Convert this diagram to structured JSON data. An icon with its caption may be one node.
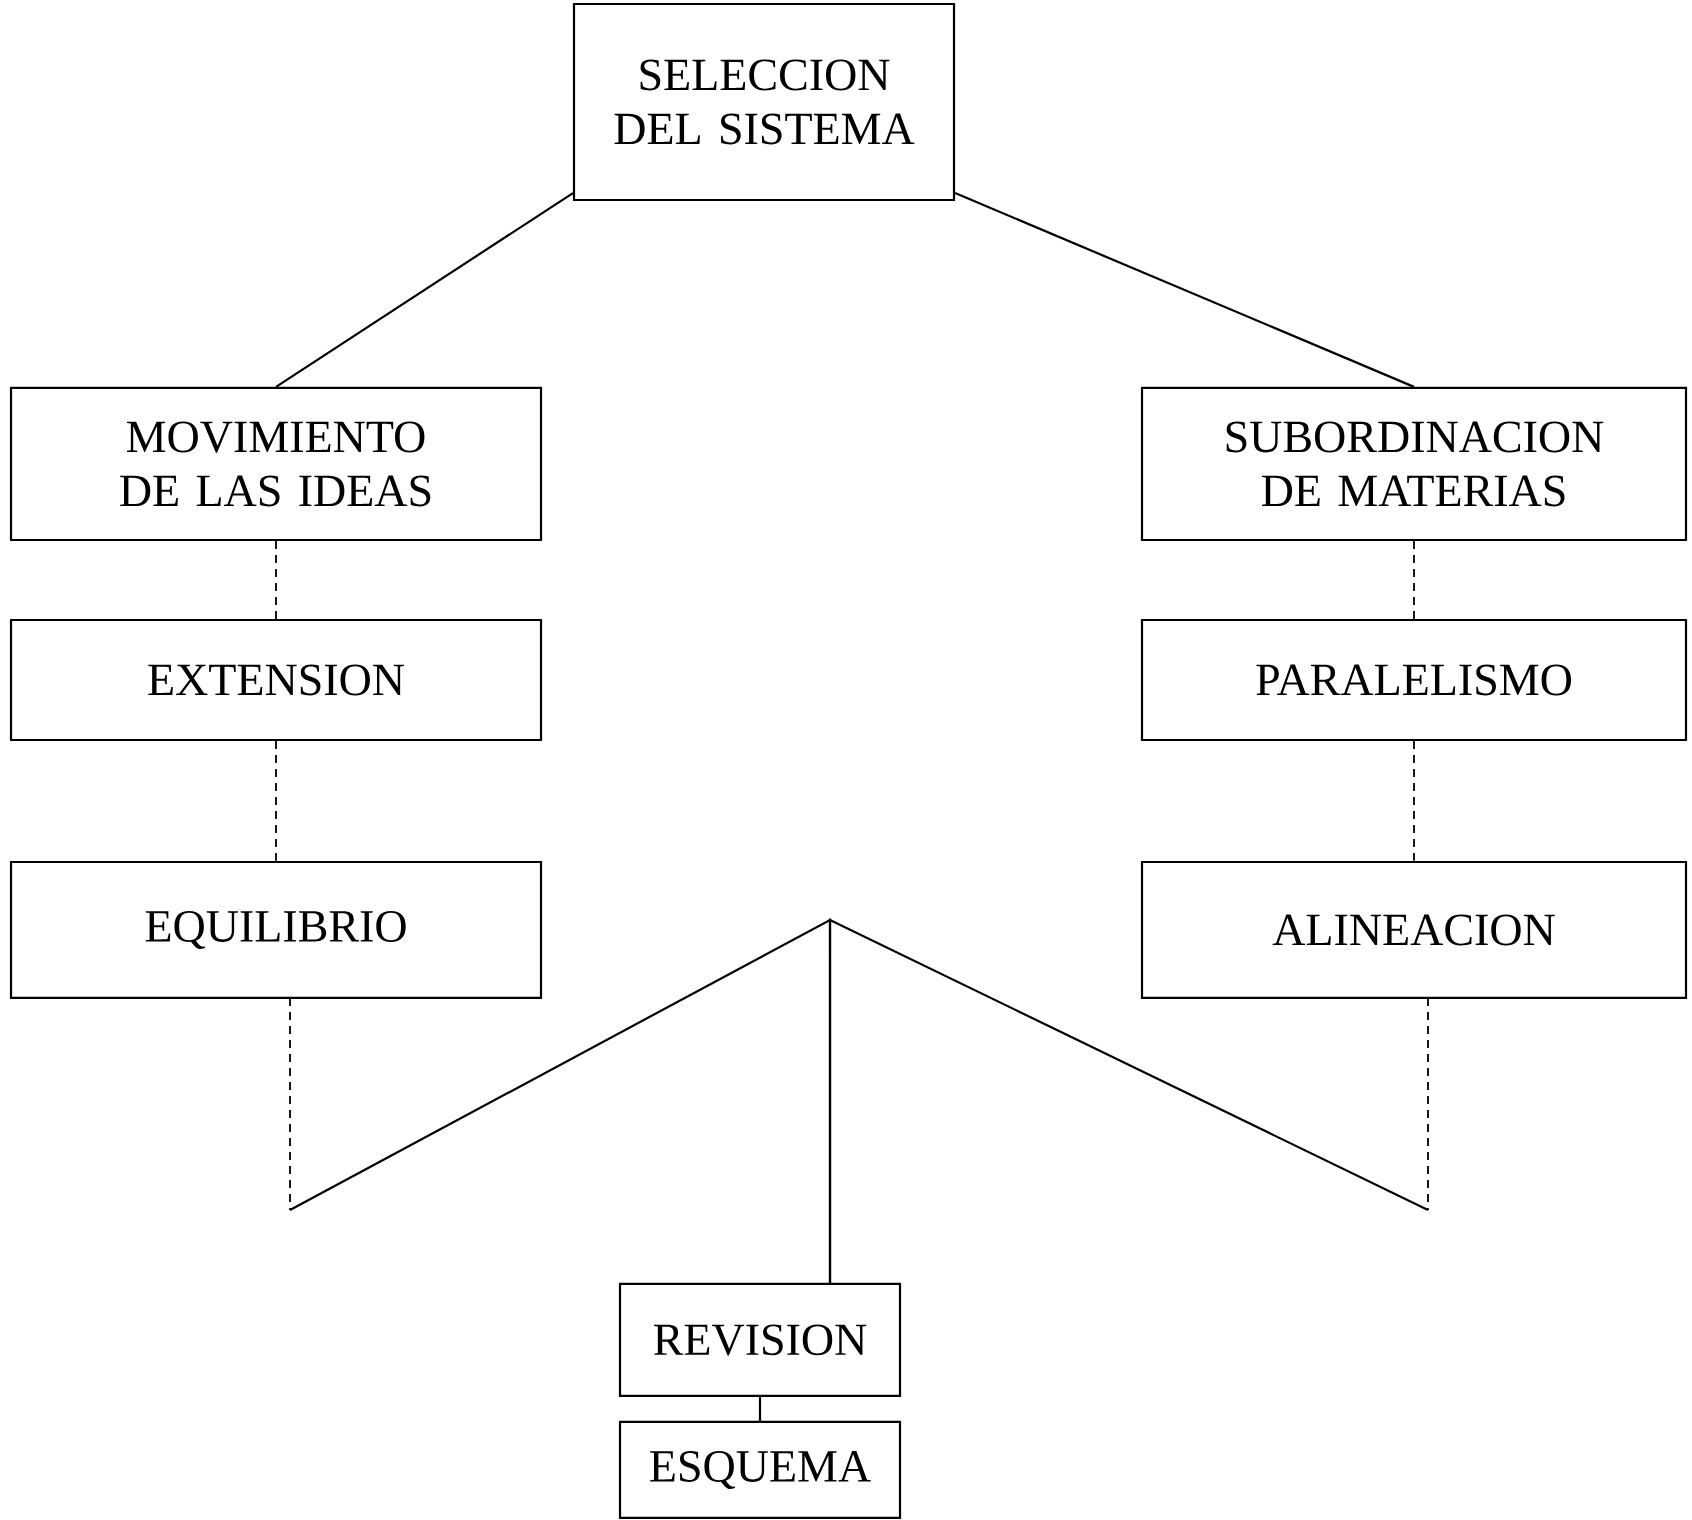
{
  "diagram": {
    "nodes": [
      {
        "text": [
          "SELECCION DEL SISTEMA"
        ]
      },
      {
        "text": [
          "MOVIMIENTO DE LAS IDEAS"
        ]
      },
      {
        "text": [
          "SUBORDINACION DE MATERIAS"
        ]
      },
      {
        "text": [
          "EXTENSION"
        ]
      },
      {
        "text": [
          "PARALELISMO"
        ]
      },
      {
        "text": [
          "EQUILIBRIO"
        ]
      },
      {
        "text": [
          "ALINEACION"
        ]
      },
      {
        "text": [
          "REVISION"
        ]
      },
      {
        "text": [
          "ESQUEMA"
        ]
      }
    ],
    "edges": [
      {
        "from": 0,
        "to": 1,
        "arrow": "none"
      },
      {
        "from": 0,
        "to": 2,
        "arrow": "none"
      },
      {
        "from": 1,
        "to": 3,
        "arrow": "none",
        "style": "dashed"
      },
      {
        "from": 3,
        "to": 5,
        "arrow": "none",
        "style": "dashed"
      },
      {
        "from": 2,
        "to": 4,
        "arrow": "none",
        "style": "dashed"
      },
      {
        "from": 4,
        "to": 6,
        "arrow": "none",
        "style": "dashed"
      },
      {
        "from": 5,
        "to": 7,
        "arrow": "none"
      },
      {
        "from": 6,
        "to": 7,
        "arrow": "none"
      },
      {
        "from": 7,
        "to": 8,
        "arrow": "none"
      }
    ]
  }
}
